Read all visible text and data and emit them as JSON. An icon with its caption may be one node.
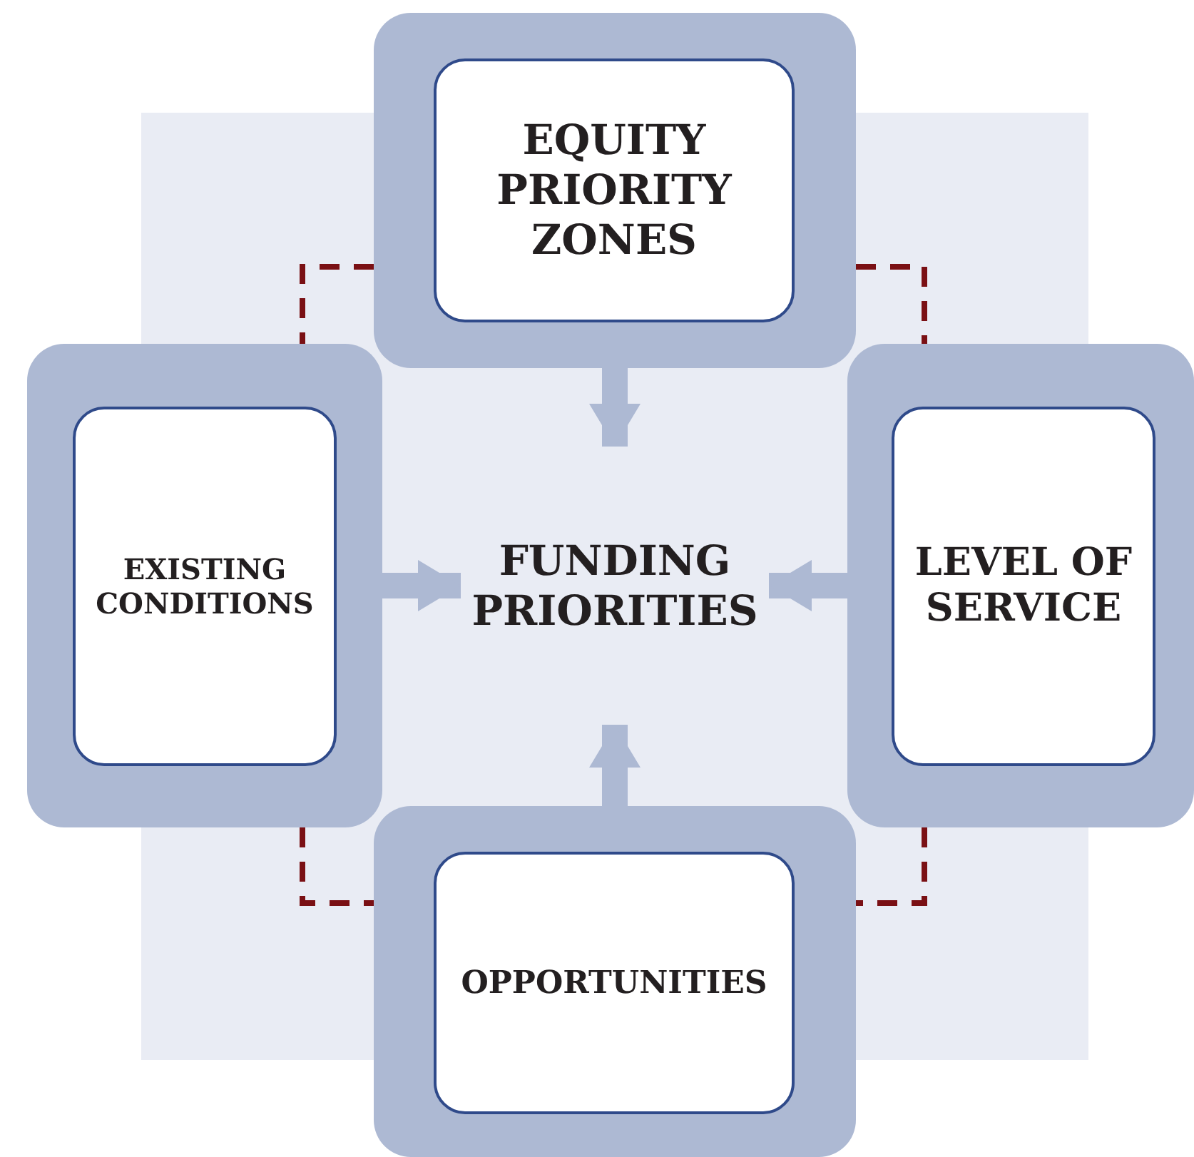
{
  "diagram": {
    "nodes": [
      {
        "text": [
          "EQUITY PRIORITY ZONES"
        ]
      },
      {
        "text": [
          "EXISTING CONDITIONS"
        ]
      },
      {
        "text": [
          "FUNDING PRIORITIES"
        ]
      },
      {
        "text": [
          "LEVEL OF SERVICE"
        ]
      },
      {
        "text": [
          "OPPORTUNITIES"
        ]
      }
    ],
    "edges": [
      {
        "from": 0,
        "to": 2,
        "arrow": "to",
        "style": "thick"
      },
      {
        "from": 1,
        "to": 2,
        "arrow": "to",
        "style": "thick"
      },
      {
        "from": 3,
        "to": 2,
        "arrow": "to",
        "style": "thick"
      },
      {
        "from": 4,
        "to": 2,
        "arrow": "to",
        "style": "thick"
      },
      {
        "from": 0,
        "to": 1,
        "arrow": "none",
        "style": "dashed",
        "color": "#7a1014"
      },
      {
        "from": 0,
        "to": 3,
        "arrow": "none",
        "style": "dashed",
        "color": "#7a1014"
      },
      {
        "from": 1,
        "to": 4,
        "arrow": "none",
        "style": "dashed",
        "color": "#7a1014"
      },
      {
        "from": 3,
        "to": 4,
        "arrow": "none",
        "style": "dashed",
        "color": "#7a1014"
      }
    ]
  }
}
